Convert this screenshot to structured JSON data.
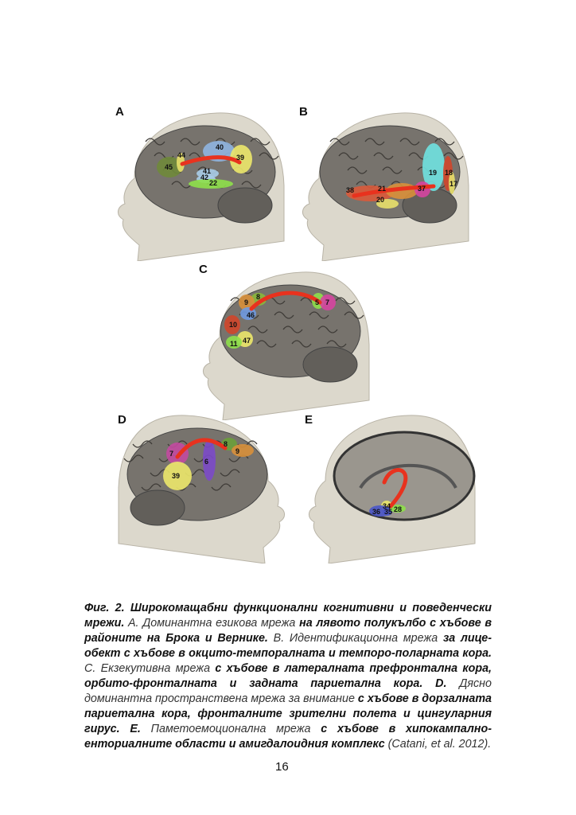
{
  "figure": {
    "panels": [
      {
        "letter": "A",
        "regions": [
          "45",
          "44",
          "40",
          "39",
          "41",
          "42",
          "22"
        ]
      },
      {
        "letter": "B",
        "regions": [
          "19",
          "18",
          "17",
          "38",
          "21",
          "37",
          "20"
        ]
      },
      {
        "letter": "C",
        "regions": [
          "8",
          "9",
          "46",
          "5",
          "7",
          "10",
          "47",
          "11"
        ]
      },
      {
        "letter": "D",
        "regions": [
          "7",
          "39",
          "6",
          "8",
          "9"
        ]
      },
      {
        "letter": "E",
        "regions": [
          "34",
          "36",
          "35",
          "28"
        ]
      }
    ],
    "colors": {
      "tract": "#e8321e",
      "brain": "#77736d",
      "head": "#dcd8cc"
    }
  },
  "caption": {
    "segments": [
      {
        "text": "Фиг. 2. Широкомащабни функционални когнитивни и поведенчески мрежи.",
        "style": "b"
      },
      {
        "text": " А. Доминантна езикова мрежа ",
        "style": "r"
      },
      {
        "text": "на лявото полукълбо с хъбове в районите на Брока и Вернике.",
        "style": "b"
      },
      {
        "text": " В. Идентификационна мрежа ",
        "style": "r"
      },
      {
        "text": "за лице-обект с хъбове в окцито-темпоралната и темпоро-поларната кора.",
        "style": "b"
      },
      {
        "text": " С. Екзекутивна мрежа ",
        "style": "r"
      },
      {
        "text": "с хъбове в латералната префронтална кора, орбито-фронталната и задната париетална кора. D.",
        "style": "b"
      },
      {
        "text": " Дясно доминантна пространствена мрежа за внимание ",
        "style": "r"
      },
      {
        "text": "с хъбове в дорзалната париетална кора, фронталните зрителни полета и цингуларния гирус. Е.",
        "style": "b"
      },
      {
        "text": " Паметоемоционална мрежа ",
        "style": "r"
      },
      {
        "text": "с хъбове в хипокампално-енториалните области и амигдалоидния комплекс",
        "style": "b"
      },
      {
        "text": " (Catani, et al. 2012).",
        "style": "r"
      }
    ]
  },
  "page_number": "16"
}
